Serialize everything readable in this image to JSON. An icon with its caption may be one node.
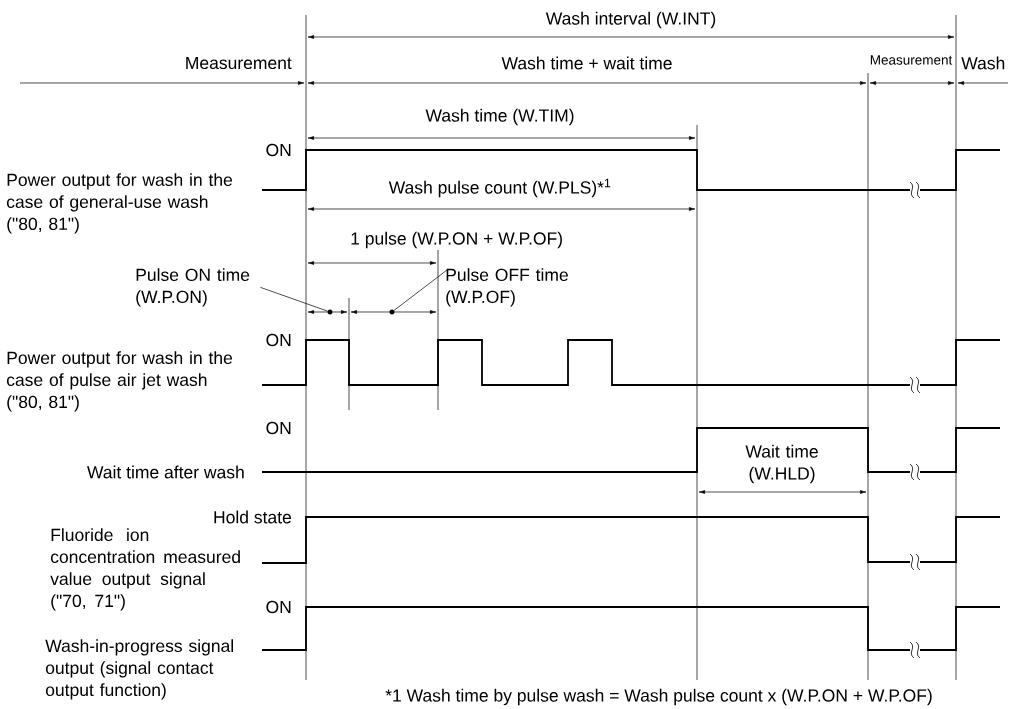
{
  "diagram": {
    "nodes": [
      {
        "text": [
          "Pulse ON time (W.P.ON)"
        ]
      },
      {
        "text": [
          "Pulse OFF time (W.P.OF)"
        ]
      },
      {
        "text": [],
        "shape": "circle"
      },
      {
        "text": [],
        "shape": "circle"
      }
    ],
    "edges": [
      {
        "from": 0,
        "to": 2,
        "arrow": "none"
      },
      {
        "from": 1,
        "to": 3,
        "arrow": "none"
      }
    ],
    "labels": [
      "Wash interval (W.INT)",
      "Measurement",
      "Wash time + wait time",
      "Measurement",
      "Wash",
      "Wash time (W.TIM)",
      "ON",
      "Power output for wash in the case of general-use wash (\"80, 81\")",
      "Wash pulse count (W.PLS)*$^{1}$",
      "1 pulse (W.P.ON + W.P.OF)",
      "ON",
      "Power output for wash in the case of pulse air jet wash (\"80, 81\")",
      "ON",
      "Wait time after wash",
      "Wait time (W.HLD)",
      "Hold state",
      "Fluoride ion concentration measured value output signal (\"70, 71\")",
      "ON",
      "Wash-in-progress signal output (signal contact output function)",
      "*1 Wash time by pulse wash = Wash pulse count x (W.P.ON + W.P.OF)"
    ]
  }
}
